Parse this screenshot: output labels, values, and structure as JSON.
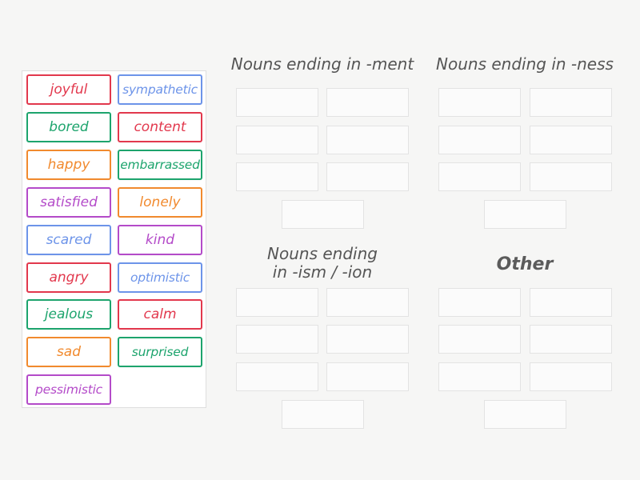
{
  "bank": {
    "cards": [
      {
        "label": "joyful",
        "color": "#e2384d"
      },
      {
        "label": "sympathetic",
        "color": "#6d94e9"
      },
      {
        "label": "bored",
        "color": "#1da46d"
      },
      {
        "label": "content",
        "color": "#e2384d"
      },
      {
        "label": "happy",
        "color": "#f18a2e"
      },
      {
        "label": "embarrassed",
        "color": "#1da46d"
      },
      {
        "label": "satisfied",
        "color": "#b44bc9"
      },
      {
        "label": "lonely",
        "color": "#f18a2e"
      },
      {
        "label": "scared",
        "color": "#6d94e9"
      },
      {
        "label": "kind",
        "color": "#b44bc9"
      },
      {
        "label": "angry",
        "color": "#e2384d"
      },
      {
        "label": "optimistic",
        "color": "#6d94e9"
      },
      {
        "label": "jealous",
        "color": "#1da46d"
      },
      {
        "label": "calm",
        "color": "#e2384d"
      },
      {
        "label": "sad",
        "color": "#f18a2e"
      },
      {
        "label": "surprised",
        "color": "#1da46d"
      },
      {
        "label": "pessimistic",
        "color": "#b44bc9"
      }
    ]
  },
  "groups": [
    {
      "title": "Nouns ending in -ment"
    },
    {
      "title": "Nouns ending in -ness"
    },
    {
      "title": "Nouns ending\nin -ism / -ion"
    },
    {
      "title": "Other"
    }
  ]
}
